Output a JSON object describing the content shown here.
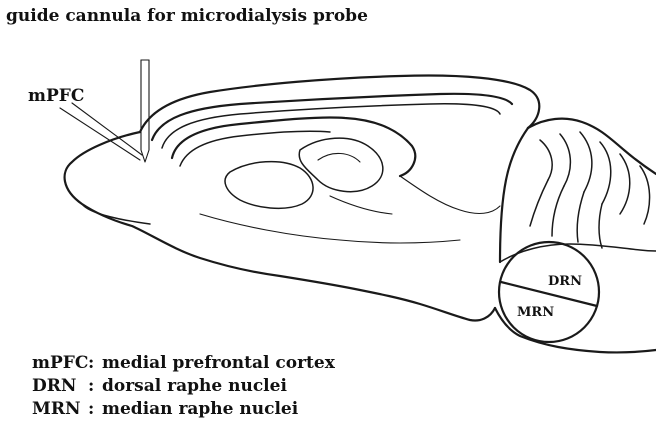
{
  "labels": {
    "cannula": "guide cannula for microdialysis probe",
    "mpfc": "mPFC",
    "drn": "DRN",
    "mrn": "MRN"
  },
  "legend": [
    {
      "abbr": "mPFC",
      "sep": ":",
      "text": "medial prefrontal cortex"
    },
    {
      "abbr": "DRN",
      "sep": ":",
      "text": "dorsal raphe nuclei"
    },
    {
      "abbr": "MRN",
      "sep": ":",
      "text": "median raphe nuclei"
    }
  ]
}
